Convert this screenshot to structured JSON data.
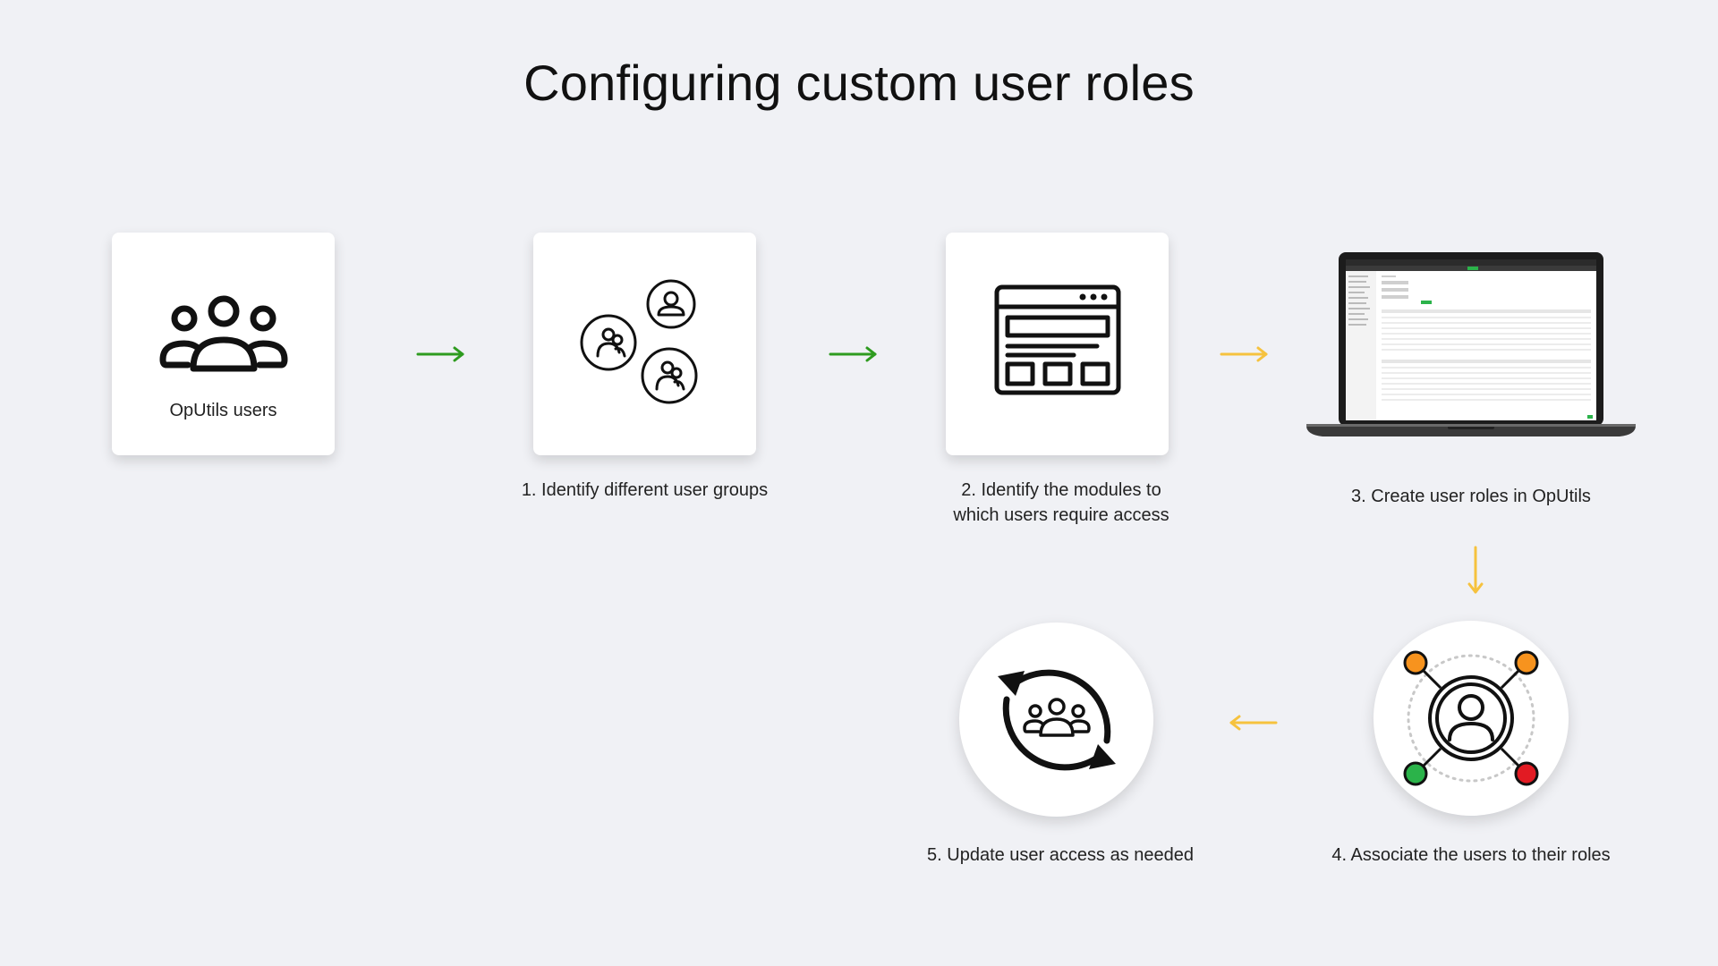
{
  "title": "Configuring custom user roles",
  "start": {
    "label": "OpUtils users",
    "icon": "users-group-icon"
  },
  "steps": [
    {
      "label": "1. Identify different user groups",
      "icon": "user-groups-icon"
    },
    {
      "label": "2. Identify the modules to which users require access",
      "icon": "browser-window-icon"
    },
    {
      "label": "3. Create user roles in OpUtils",
      "icon": "laptop-screenshot-icon"
    },
    {
      "label": "4. Associate the users to their roles",
      "icon": "user-network-icon"
    },
    {
      "label": "5. Update user access as needed",
      "icon": "refresh-users-icon"
    }
  ],
  "colors": {
    "background": "#f0f1f5",
    "arrow_green": "#2e9b1f",
    "arrow_yellow": "#f6c23e",
    "node_orange": "#f7931e",
    "node_green": "#2bb34a",
    "node_red": "#e21b23"
  }
}
